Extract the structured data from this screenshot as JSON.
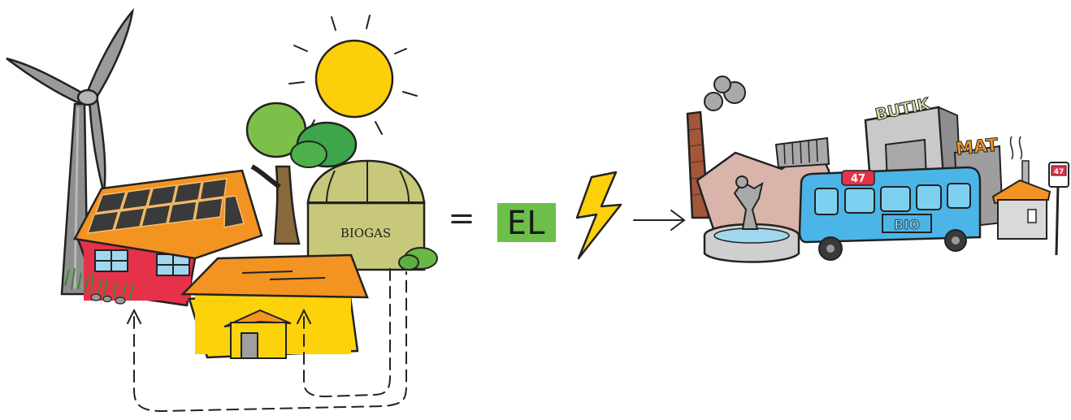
{
  "labels": {
    "biogas": "BIOGAS",
    "equals": "=",
    "el": "EL",
    "butik": "BUTIK",
    "mat": "MAT",
    "bus_route": "47",
    "bus_sign": "BIO",
    "stop_sign": "47"
  },
  "colors": {
    "el_box": "#6cc04a",
    "sun": "#fccf0a",
    "bolt": "#fcd10c",
    "barn_roof": "#f39322",
    "barn_wall": "#fcd20b",
    "house_wall": "#e5314a",
    "solar_panel": "#3a3a3a",
    "bus": "#4cb5e8",
    "biogas_tank": "#c8c87a",
    "tree": "#5eb848"
  }
}
